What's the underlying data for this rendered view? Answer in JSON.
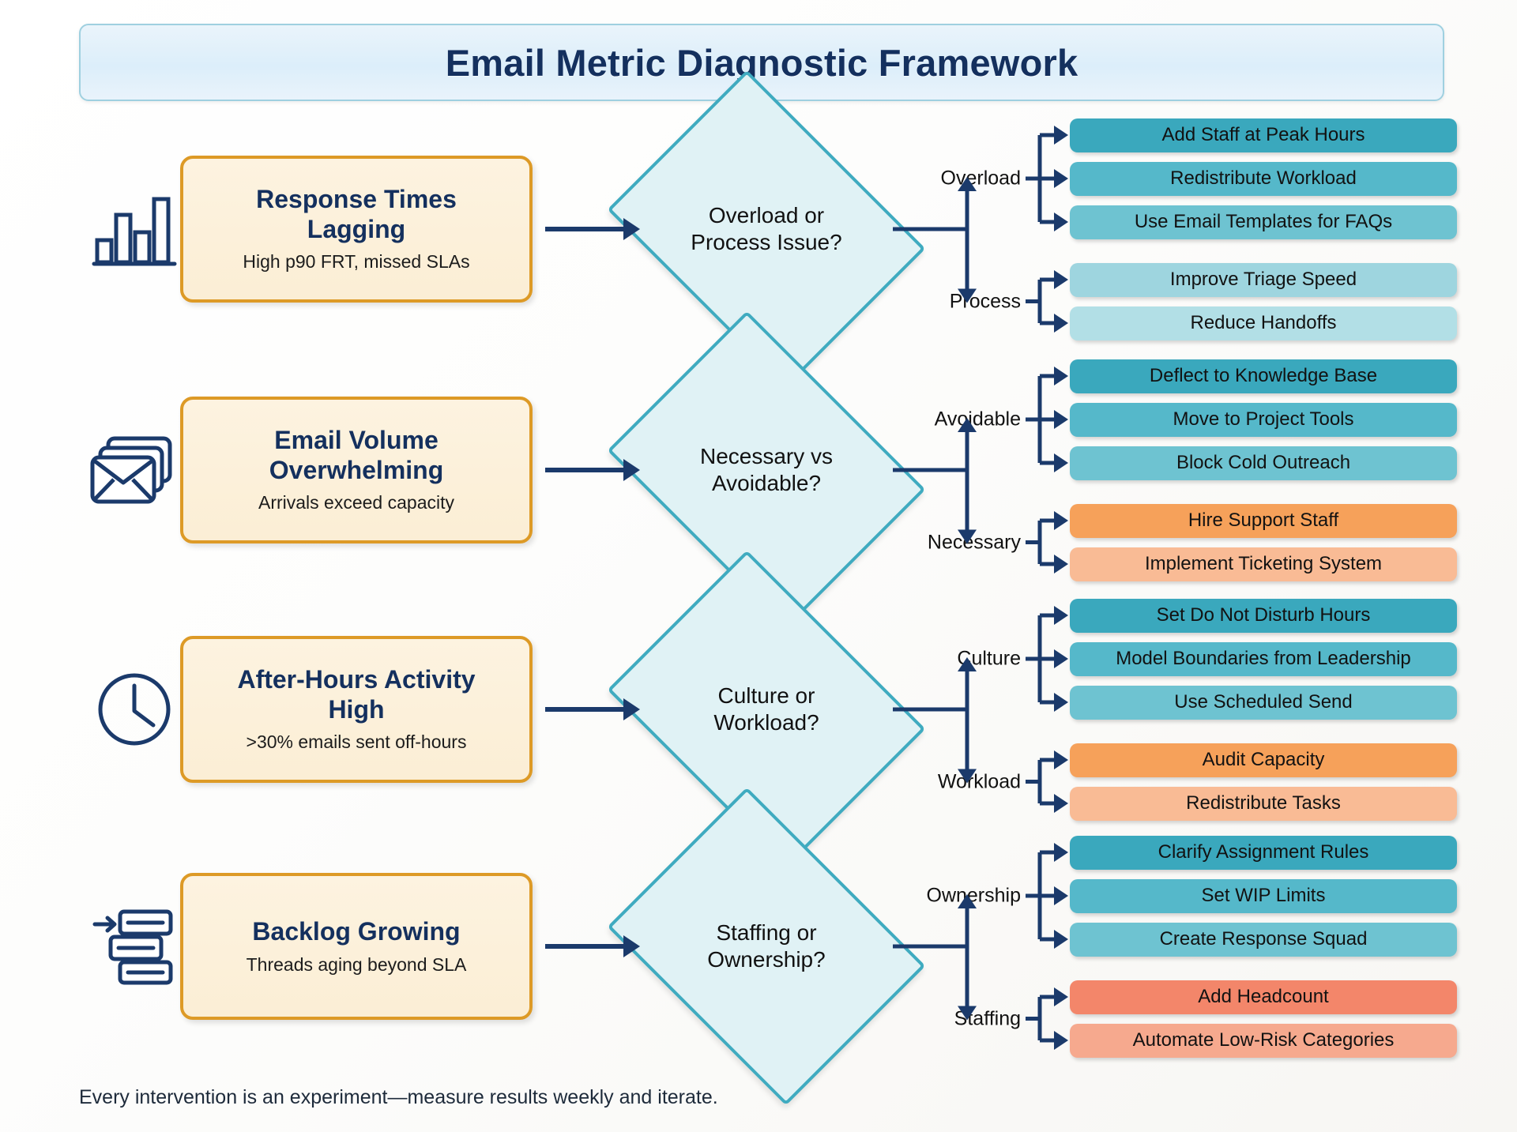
{
  "header": {
    "title": "Email Metric Diagnostic Framework"
  },
  "footer": {
    "note": "Every intervention is an experiment—measure results weekly and iterate."
  },
  "colors": {
    "title_border": "#9fd0e0",
    "title_fill": "#e3f0fa",
    "title_text": "#14305e",
    "problem_border": "#dd9a26",
    "problem_fill": "#fbeed5",
    "diamond_border": "#3fabc0",
    "diamond_fill": "#e0f2f5",
    "arrow": "#1b3a6b",
    "chip_teal_dark": "#3aa8bd",
    "chip_teal_light": "#b2dfe6",
    "chip_orange": "#f6a15a",
    "chip_orange_light": "#f9bb95",
    "chip_salmon": "#f3866a",
    "chip_salmon_light": "#f6a98e"
  },
  "rows": [
    {
      "icon": "bar-chart-icon",
      "problem": {
        "title": "Response Times Lagging",
        "subtitle": "High p90 FRT, missed SLAs"
      },
      "decision": "Overload or Process Issue?",
      "branches": [
        {
          "label": "Overload",
          "actions": [
            {
              "text": "Add Staff at Peak Hours",
              "tone": "t0"
            },
            {
              "text": "Redistribute Workload",
              "tone": "t1"
            },
            {
              "text": "Use Email Templates for FAQs",
              "tone": "t2"
            }
          ]
        },
        {
          "label": "Process",
          "actions": [
            {
              "text": "Improve Triage Speed",
              "tone": "t3"
            },
            {
              "text": "Reduce Handoffs",
              "tone": "t4"
            }
          ]
        }
      ]
    },
    {
      "icon": "stacked-envelopes-icon",
      "problem": {
        "title": "Email Volume Overwhelming",
        "subtitle": "Arrivals exceed capacity"
      },
      "decision": "Necessary vs Avoidable?",
      "branches": [
        {
          "label": "Avoidable",
          "actions": [
            {
              "text": "Deflect to Knowledge Base",
              "tone": "t0"
            },
            {
              "text": "Move to Project Tools",
              "tone": "t1"
            },
            {
              "text": "Block Cold Outreach",
              "tone": "t2"
            }
          ]
        },
        {
          "label": "Necessary",
          "actions": [
            {
              "text": "Hire Support Staff",
              "tone": "o0"
            },
            {
              "text": "Implement Ticketing System",
              "tone": "o1"
            }
          ]
        }
      ]
    },
    {
      "icon": "clock-icon",
      "problem": {
        "title": "After-Hours Activity High",
        "subtitle": ">30% emails sent off-hours"
      },
      "decision": "Culture or Workload?",
      "branches": [
        {
          "label": "Culture",
          "actions": [
            {
              "text": "Set Do Not Disturb Hours",
              "tone": "t0"
            },
            {
              "text": "Model Boundaries from Leadership",
              "tone": "t1"
            },
            {
              "text": "Use Scheduled Send",
              "tone": "t2"
            }
          ]
        },
        {
          "label": "Workload",
          "actions": [
            {
              "text": "Audit Capacity",
              "tone": "o0"
            },
            {
              "text": "Redistribute Tasks",
              "tone": "o1"
            }
          ]
        }
      ]
    },
    {
      "icon": "backlog-stack-icon",
      "problem": {
        "title": "Backlog Growing",
        "subtitle": "Threads aging beyond SLA"
      },
      "decision": "Staffing or Ownership?",
      "branches": [
        {
          "label": "Ownership",
          "actions": [
            {
              "text": "Clarify Assignment Rules",
              "tone": "t0"
            },
            {
              "text": "Set WIP Limits",
              "tone": "t1"
            },
            {
              "text": "Create Response Squad",
              "tone": "t2"
            }
          ]
        },
        {
          "label": "Staffing",
          "actions": [
            {
              "text": "Add Headcount",
              "tone": "s0"
            },
            {
              "text": "Automate Low-Risk Categories",
              "tone": "s1"
            }
          ]
        }
      ]
    }
  ]
}
